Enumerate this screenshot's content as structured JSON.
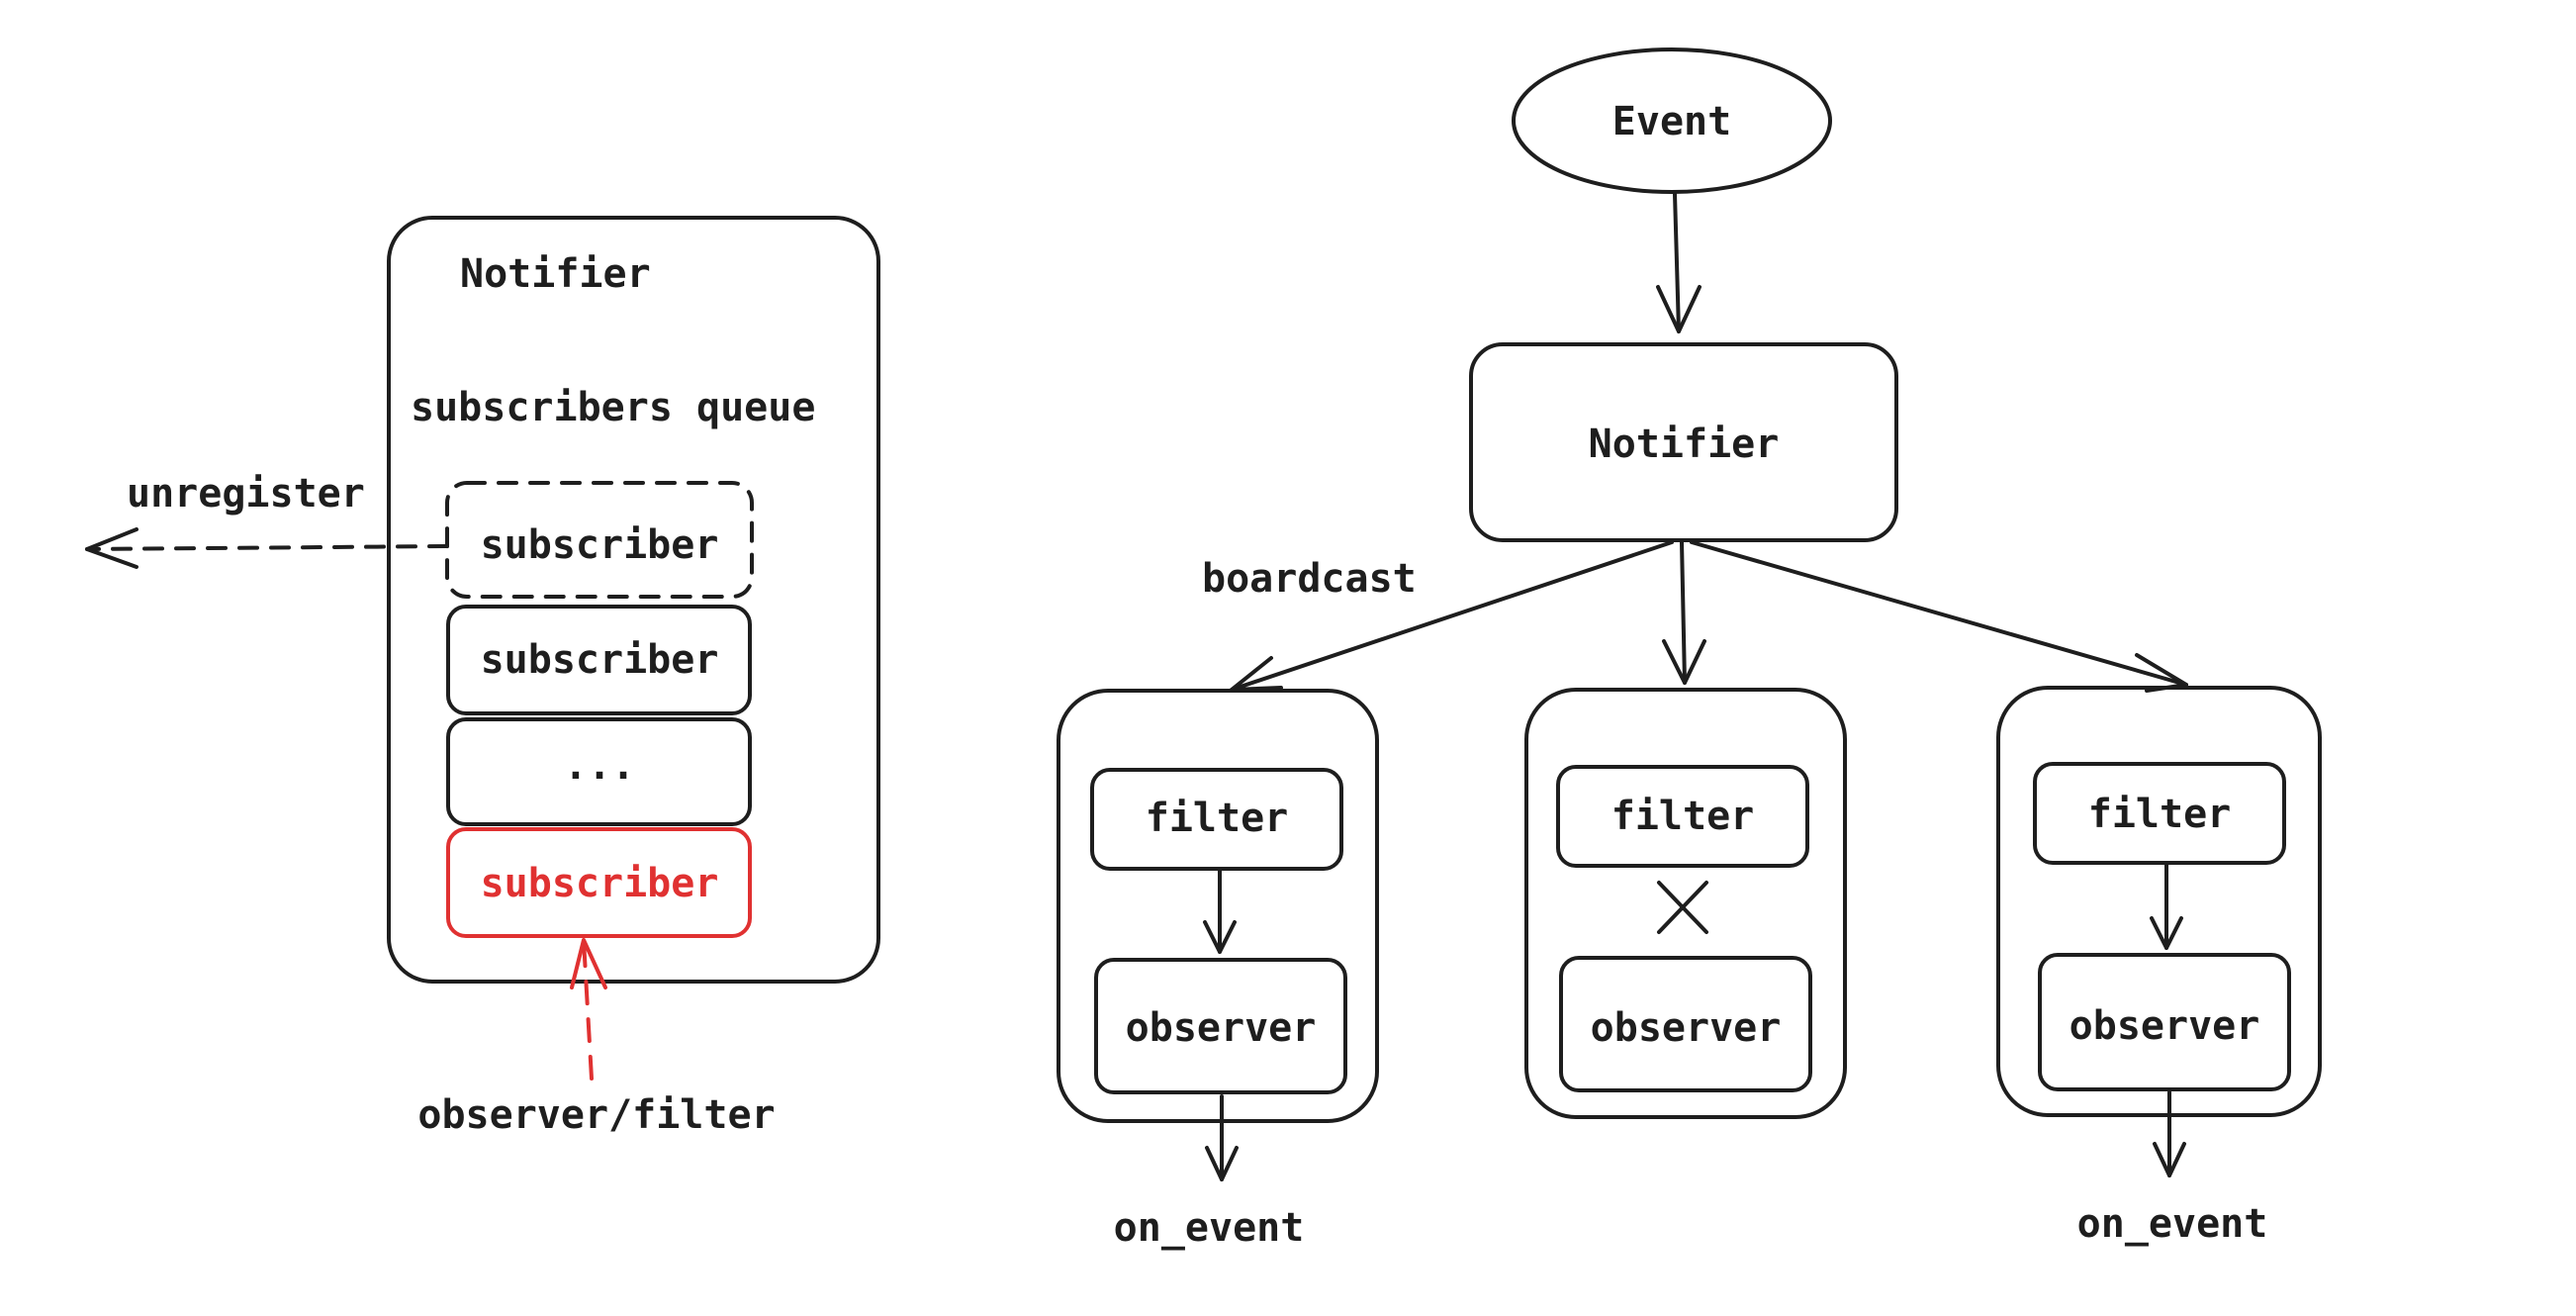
{
  "left_panel": {
    "container_title": "Notifier",
    "queue_label": "subscribers queue",
    "unregister_label": "unregister",
    "subscriber_removed": "subscriber",
    "subscriber_2": "subscriber",
    "ellipsis": "...",
    "subscriber_new": "subscriber",
    "add_label": "observer/filter"
  },
  "right_panel": {
    "event_label": "Event",
    "notifier_label": "Notifier",
    "broadcast_label": "boardcast",
    "branches": [
      {
        "filter": "filter",
        "observer": "observer",
        "output": "on_event"
      },
      {
        "filter": "filter",
        "observer": "observer",
        "output": ""
      },
      {
        "filter": "filter",
        "observer": "observer",
        "output": "on_event"
      }
    ]
  },
  "colors": {
    "green_hatch": "#b2f2bb",
    "yellow_hatch": "#ffec99",
    "stroke": "#1e1e1e",
    "highlight_red": "#e03131"
  }
}
